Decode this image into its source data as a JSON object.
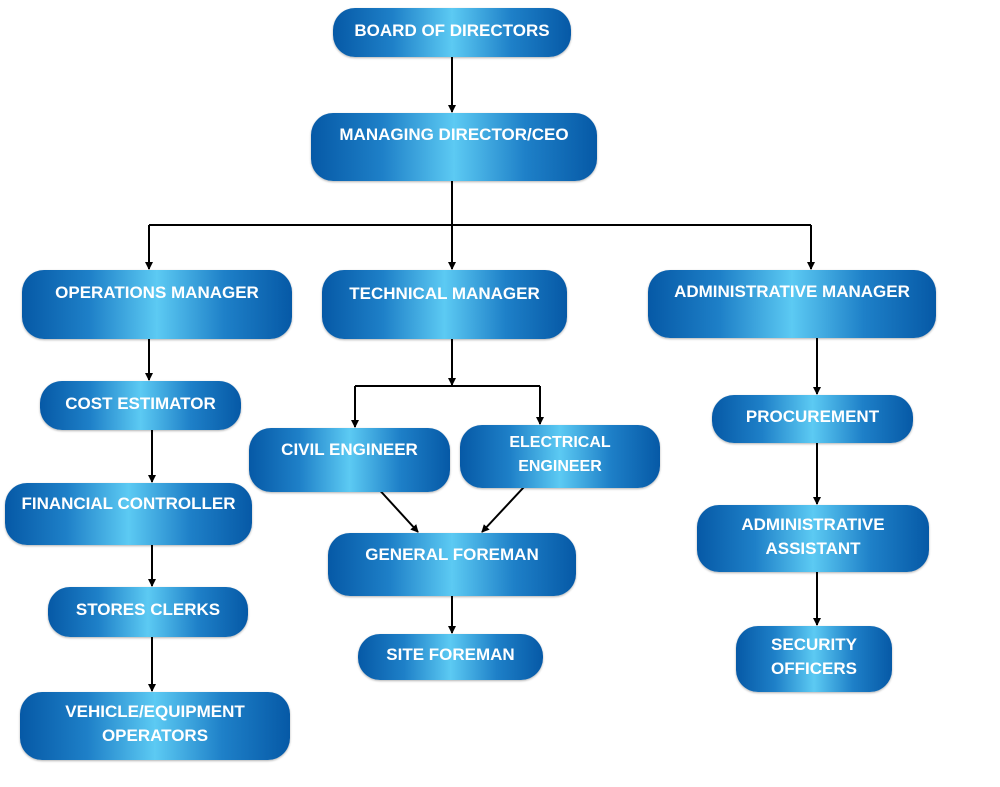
{
  "nodes": {
    "board": "BOARD OF DIRECTORS",
    "md": "MANAGING DIRECTOR/CEO",
    "ops": "OPERATIONS MANAGER",
    "tech": "TECHNICAL MANAGER",
    "admin": "ADMINISTRATIVE MANAGER",
    "cost": "COST ESTIMATOR",
    "fin": "FINANCIAL CONTROLLER",
    "stores": "STORES CLERKS",
    "vehicle_1": "VEHICLE/EQUIPMENT",
    "vehicle_2": "OPERATORS",
    "civil": "CIVIL ENGINEER",
    "elec_1": "ELECTRICAL",
    "elec_2": "ENGINEER",
    "general": "GENERAL FOREMAN",
    "site": "SITE FOREMAN",
    "proc": "PROCUREMENT",
    "asst_1": "ADMINISTRATIVE",
    "asst_2": "ASSISTANT",
    "sec_1": "SECURITY",
    "sec_2": "OFFICERS"
  },
  "colors": {
    "box_dark": "#0659a6",
    "box_light": "#5ccaf3",
    "line": "#000000"
  }
}
